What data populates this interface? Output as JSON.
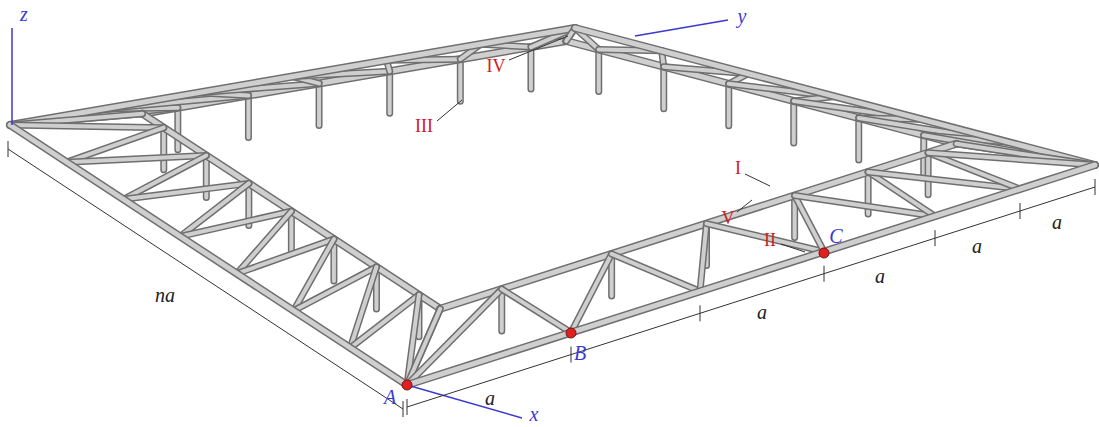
{
  "diagram": {
    "labels": [
      "z",
      "y",
      "x",
      "A",
      "B",
      "C",
      "I",
      "II",
      "III",
      "IV",
      "V",
      "na",
      "a",
      "a",
      "a",
      "a",
      "a"
    ]
  }
}
